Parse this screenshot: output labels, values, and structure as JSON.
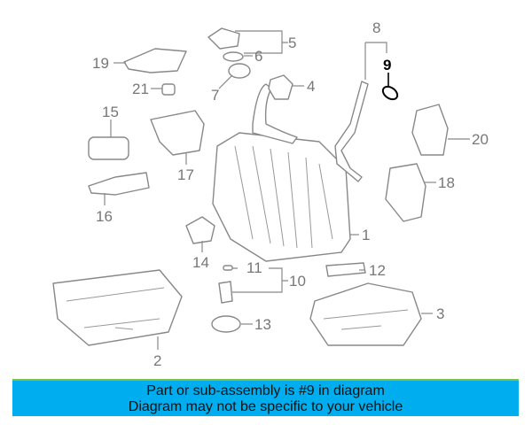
{
  "callouts": {
    "c1": "1",
    "c2": "2",
    "c3": "3",
    "c4": "4",
    "c5": "5",
    "c6": "6",
    "c7": "7",
    "c8": "8",
    "c9": "9",
    "c10": "10",
    "c11": "11",
    "c12": "12",
    "c13": "13",
    "c14": "14",
    "c15": "15",
    "c16": "16",
    "c17": "17",
    "c18": "18",
    "c19": "19",
    "c20": "20",
    "c21": "21"
  },
  "highlighted_part": "9",
  "banner": {
    "line1": "Part or sub-assembly is #9 in diagram",
    "line2": "Diagram may not be specific to your vehicle",
    "color": "#00aeef"
  }
}
